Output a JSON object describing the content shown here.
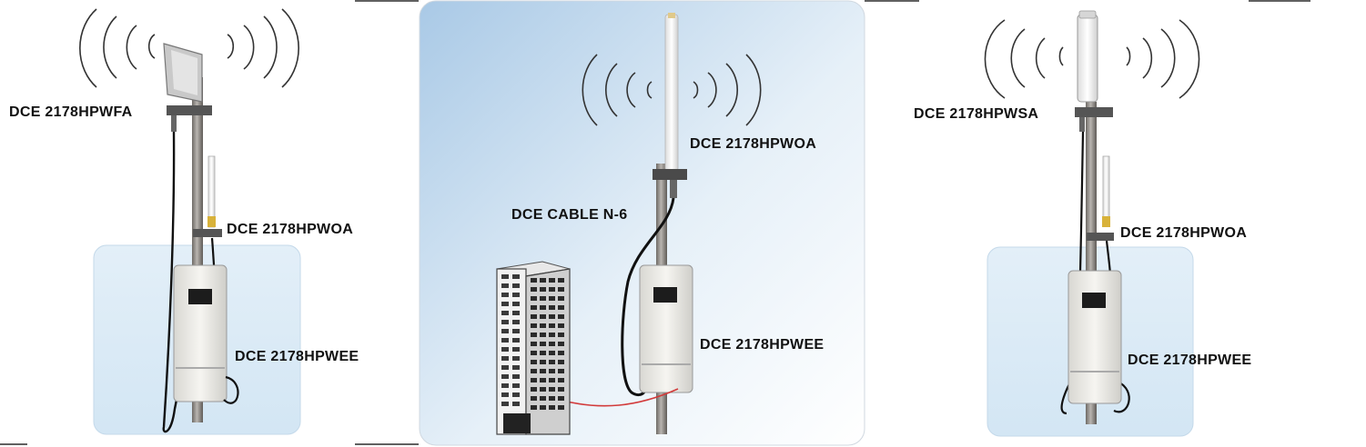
{
  "left_setup": {
    "sector_antenna_label": "DCE 2178HPWFA",
    "omni_antenna_label": "DCE 2178HPWOA",
    "unit_label": "DCE 2178HPWEE"
  },
  "center_setup": {
    "omni_antenna_label": "DCE 2178HPWOA",
    "cable_label": "DCE CABLE N-6",
    "unit_label": "DCE 2178HPWEE"
  },
  "right_setup": {
    "panel_antenna_label": "DCE 2178HPWSA",
    "omni_antenna_label": "DCE 2178HPWOA",
    "unit_label": "DCE 2178HPWEE"
  },
  "colors": {
    "pole": "#8a8580",
    "unit_body": "#ecebe6",
    "cable": "#111111",
    "ethernet_cable": "#d23a3a",
    "background_glow": "#d6e8f5"
  }
}
